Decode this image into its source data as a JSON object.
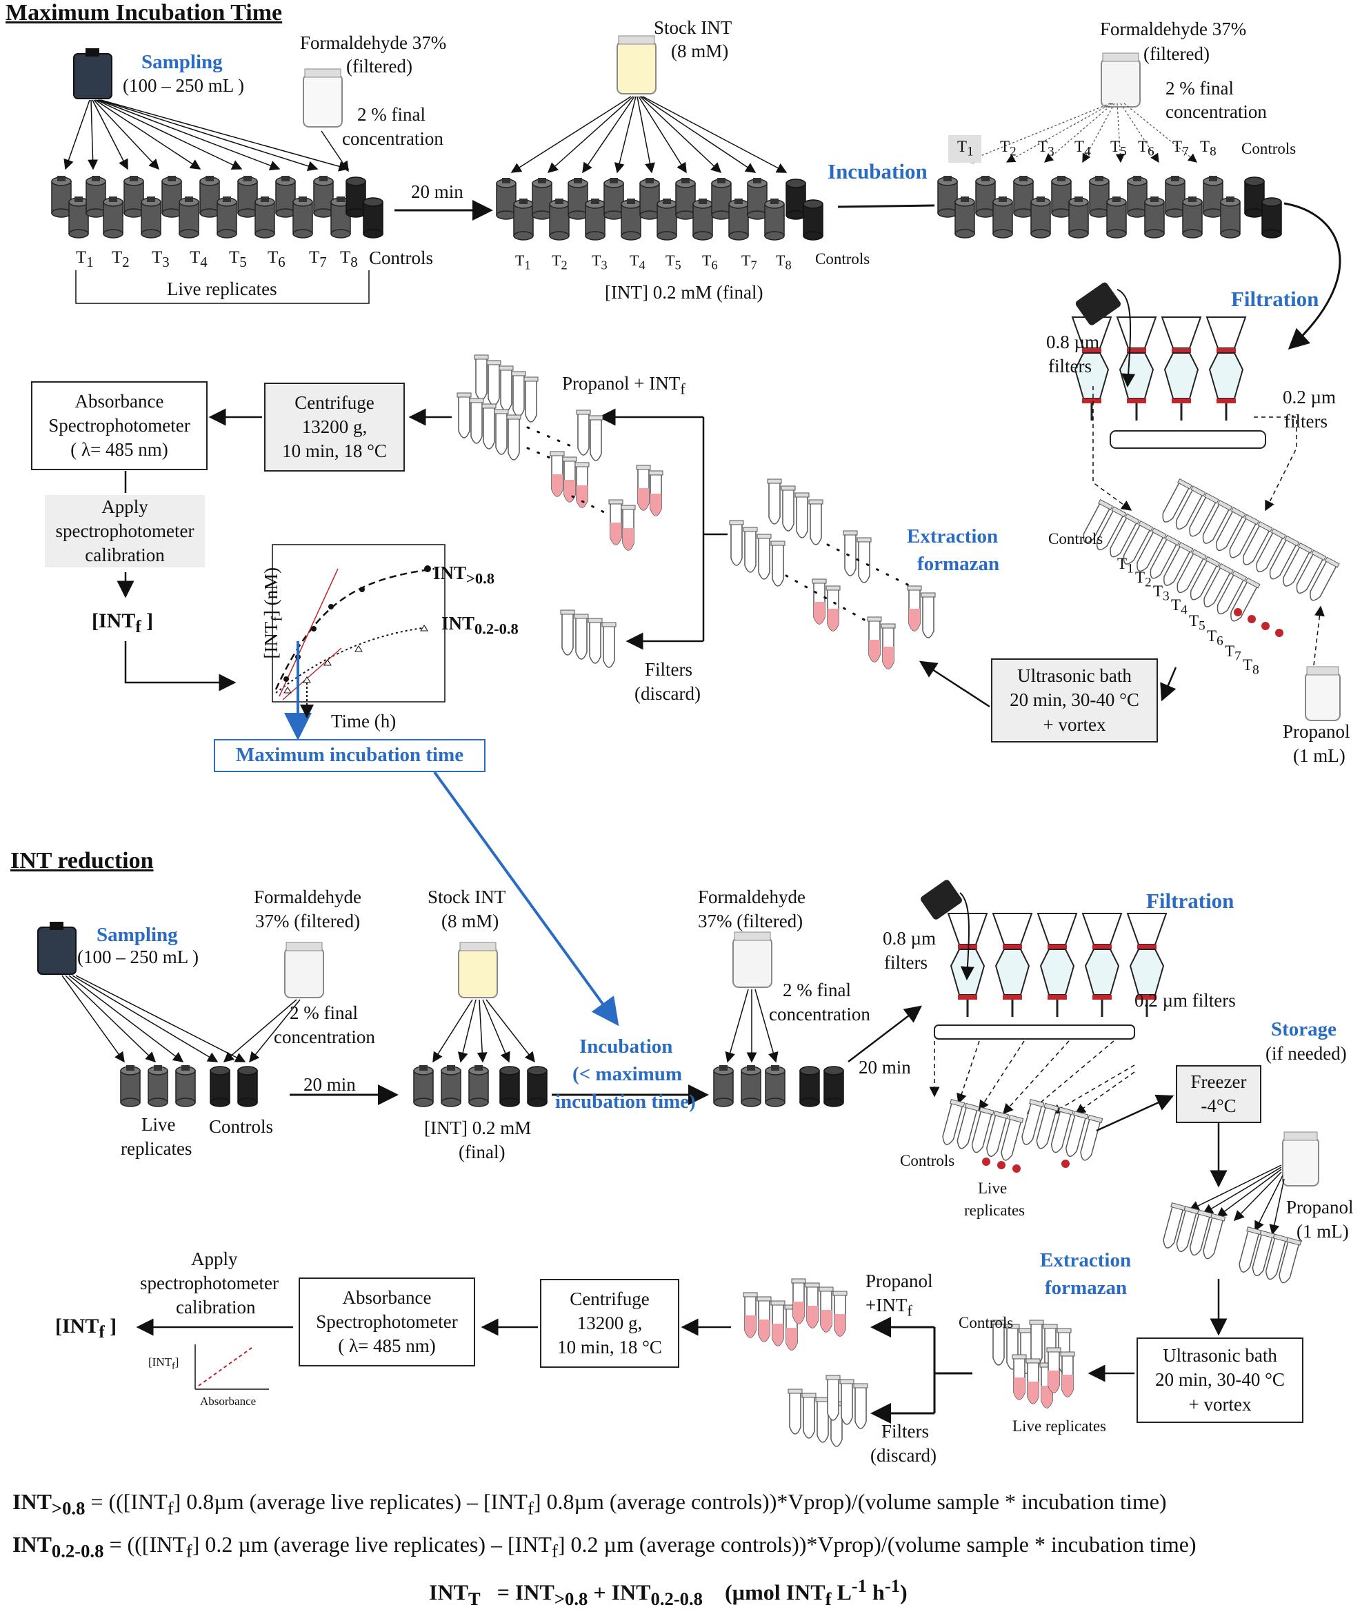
{
  "section1": {
    "title": "Maximum Incubation Time",
    "sampling": "Sampling",
    "sampling_volume": "(100 – 250 mL )",
    "formaldehyde_1": "Formaldehyde 37%",
    "formaldehyde_2": "(filtered)",
    "final_conc_1": "2 % final",
    "final_conc_2": "concentration",
    "live_replicates": "Live replicates",
    "controls": "Controls",
    "time_20min": "20 min",
    "stock_int_1": "Stock INT",
    "stock_int_2": "(8 mM)",
    "int_final": "[INT] 0.2 mM (final)",
    "incubation": "Incubation",
    "filtration": "Filtration",
    "filters_08_1": "0.8 µm",
    "filters_08_2": "filters",
    "filters_02_1": "0.2 µm",
    "filters_02_2": "filters",
    "propanol": "Propanol",
    "propanol_vol": "(1 mL)",
    "ultrasonic_1": "Ultrasonic bath",
    "ultrasonic_2": "20 min,  30-40 °C",
    "ultrasonic_3": "+ vortex",
    "extraction_1": "Extraction",
    "extraction_2": "formazan",
    "propanol_intf": "Propanol + INT",
    "filters_discard_1": "Filters",
    "filters_discard_2": "(discard)",
    "centrifuge_1": "Centrifuge",
    "centrifuge_2": "13200 g,",
    "centrifuge_3": "10 min,  18 °C",
    "absorbance_1": "Absorbance",
    "absorbance_2": "Spectrophotometer",
    "absorbance_3": "( λ= 485 nm)",
    "apply_1": "Apply",
    "apply_2": "spectrophotometer",
    "apply_3": "calibration",
    "intf": "[INT",
    "graph_ylabel": "[INT",
    "graph_xlabel": "Time (h)",
    "graph_int08": "INT",
    "graph_int0208": "INT",
    "max_incubation": "Maximum  incubation  time",
    "t_labels": [
      "T1",
      "T2",
      "T3",
      "T4",
      "T5",
      "T6",
      "T7",
      "T8"
    ]
  },
  "section2": {
    "title": "INT reduction",
    "sampling": "Sampling",
    "sampling_volume": "(100 – 250 mL )",
    "formaldehyde_1": "Formaldehyde",
    "formaldehyde_2": "37% (filtered)",
    "final_conc_1": "2 % final",
    "final_conc_2": "concentration",
    "live_1": "Live",
    "live_2": "replicates",
    "controls": "Controls",
    "time_20min": "20 min",
    "stock_int_1": "Stock INT",
    "stock_int_2": "(8 mM)",
    "int_final_1": "[INT] 0.2 mM",
    "int_final_2": "(final)",
    "incubation_1": "Incubation",
    "incubation_2": "(< maximum",
    "incubation_3": "incubation  time)",
    "formaldehyde2_1": "Formaldehyde",
    "formaldehyde2_2": "37% (filtered)",
    "final_conc2_1": "2 % final",
    "final_conc2_2": "concentration",
    "time_20min_2": "20 min",
    "filtration": "Filtration",
    "filters_08_1": "0.8 µm",
    "filters_08_2": "filters",
    "filters_02": "0.2 µm filters",
    "storage_1": "Storage",
    "storage_2": "(if needed)",
    "freezer_1": "Freezer",
    "freezer_2": "-4°C",
    "controls_tubes": "Controls",
    "live_tubes_1": "Live",
    "live_tubes_2": "replicates",
    "propanol": "Propanol",
    "propanol_vol": "(1 mL)",
    "extraction_1": "Extraction",
    "extraction_2": "formazan",
    "ultrasonic_1": "Ultrasonic bath",
    "ultrasonic_2": "20 min,  30-40 °C",
    "ultrasonic_3": "+ vortex",
    "controls_ext": "Controls",
    "live_ext": "Live  replicates",
    "propanol_intf_1": "Propanol",
    "propanol_intf_2": "+INT",
    "filters_discard_1": "Filters",
    "filters_discard_2": "(discard)",
    "centrifuge_1": "Centrifuge",
    "centrifuge_2": "13200 g,",
    "centrifuge_3": "10 min,  18 °C",
    "absorbance_1": "Absorbance",
    "absorbance_2": "Spectrophotometer",
    "absorbance_3": "(  λ= 485 nm)",
    "apply_1": "Apply",
    "apply_2": "spectrophotometer",
    "apply_3": "calibration",
    "intf": "[INT",
    "mini_y": "[INT",
    "mini_x": "Absorbance"
  },
  "equations": {
    "eq1_lhs": "INT",
    "eq1_rhs": "= (([INT",
    "eq1_rest": "] 0.8µm (average live replicates) – [INT",
    "eq1_end": "] 0.8µm (average controls))*Vprop)/(volume sample * incubation time)",
    "eq2_lhs": "INT",
    "eq2_rhs": "= (([INT",
    "eq2_rest": "] 0.2 µm (average live replicates) – [INT",
    "eq2_end": "] 0.2 µm (average controls))*Vprop)/(volume sample * incubation time)",
    "eq3": "INT",
    "eq3_b": "= INT",
    "eq3_c": "+ INT",
    "eq3_units": "(µmol INT",
    "eq3_units_b": "L",
    "eq3_units_c": "h",
    "sub_08": ">0.8",
    "sub_0208": "0.2-0.8",
    "sub_T": "T",
    "sub_f": "f",
    "sup_m1": "-1"
  },
  "colors": {
    "accent_blue": "#2a6cc4",
    "bottle_dark": "#2f3a4a",
    "tube_grey": "#555555",
    "red": "#c0262c",
    "pink": "#f2a0a6"
  }
}
